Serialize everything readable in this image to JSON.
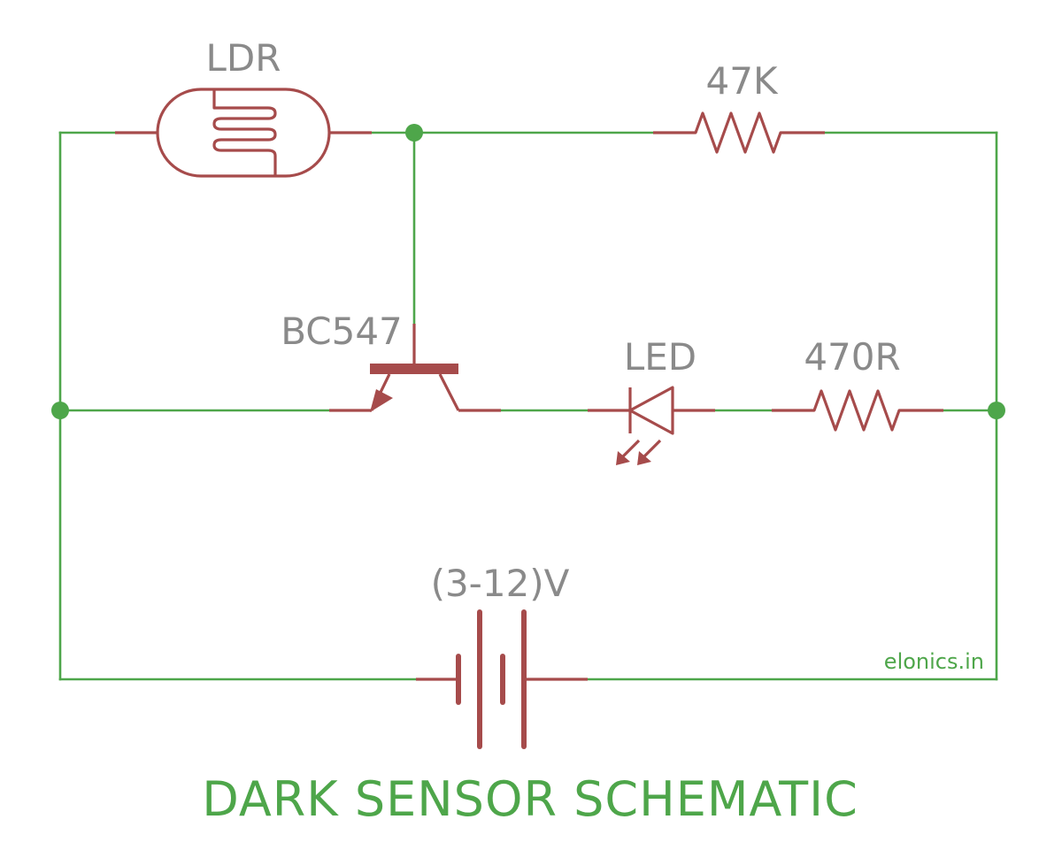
{
  "diagram": {
    "title": "DARK SENSOR SCHEMATIC",
    "watermark": "elonics.in",
    "components": {
      "ldr": "LDR",
      "resistor_top": "47K",
      "transistor": "BC547",
      "led": "LED",
      "resistor_led": "470R",
      "battery": "(3-12)V"
    }
  },
  "colors": {
    "wire": "#4ea64a",
    "component": "#a64b4b",
    "label": "#8a8a8a",
    "background": "#ffffff"
  }
}
